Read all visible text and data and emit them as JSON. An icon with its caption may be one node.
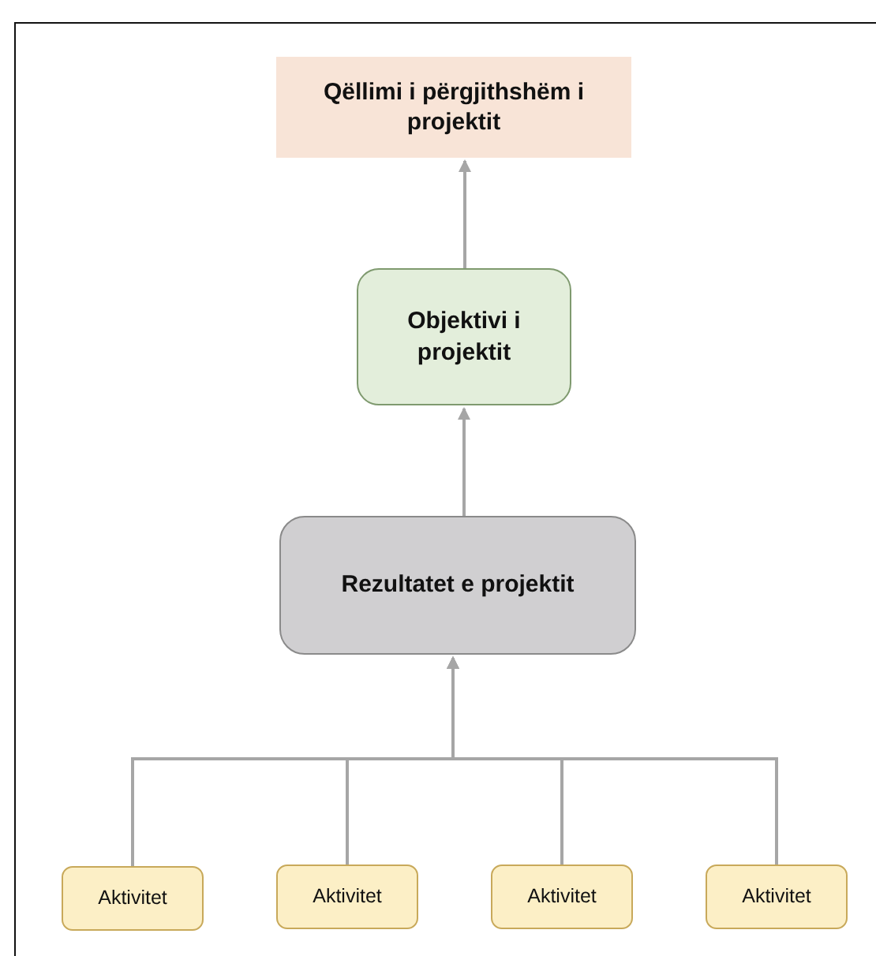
{
  "diagram": {
    "nodes": [
      {
        "text": [
          "Qëllimi i përgjithshëm i projektit"
        ]
      },
      {
        "text": [
          "Objektivi i projektit"
        ]
      },
      {
        "text": [
          "Rezultatet e projektit"
        ]
      },
      {
        "text": [
          "Aktivitet"
        ]
      },
      {
        "text": [
          "Aktivitet"
        ]
      },
      {
        "text": [
          "Aktivitet"
        ]
      },
      {
        "text": [
          "Aktivitet"
        ]
      }
    ],
    "edges": [
      {
        "from": 1,
        "to": 0,
        "arrow": "to"
      },
      {
        "from": 2,
        "to": 1,
        "arrow": "to"
      },
      {
        "from": 3,
        "to": 2,
        "arrow": "to"
      },
      {
        "from": 4,
        "to": 2,
        "arrow": "to"
      },
      {
        "from": 5,
        "to": 2,
        "arrow": "to"
      },
      {
        "from": 6,
        "to": 2,
        "arrow": "to"
      }
    ]
  }
}
